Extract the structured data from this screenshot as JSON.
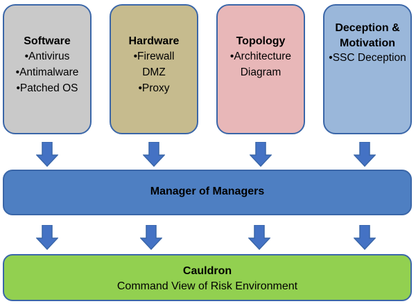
{
  "colors": {
    "border": "#3a66a8",
    "arrow": "#4472c4",
    "software_fill": "#c9c9c9",
    "hardware_fill": "#c6bb8e",
    "topology_fill": "#e8b7b8",
    "deception_fill": "#9ab7da",
    "manager_fill": "#4e7fc2",
    "cauldron_fill": "#92d050"
  },
  "boxes": [
    {
      "title": "Software",
      "items": [
        "•Antivirus",
        "•Antimalware",
        "•Patched OS"
      ]
    },
    {
      "title": "Hardware",
      "items": [
        "•Firewall",
        "DMZ",
        "•Proxy"
      ]
    },
    {
      "title": "Topology",
      "items": [
        "•Architecture\nDiagram"
      ]
    },
    {
      "title": "Deception &\nMotivation",
      "items": [
        "•SSC Deception"
      ]
    }
  ],
  "manager": {
    "title": "Manager of Managers"
  },
  "cauldron": {
    "title": "Cauldron",
    "subtitle": "Command View of Risk Environment"
  }
}
